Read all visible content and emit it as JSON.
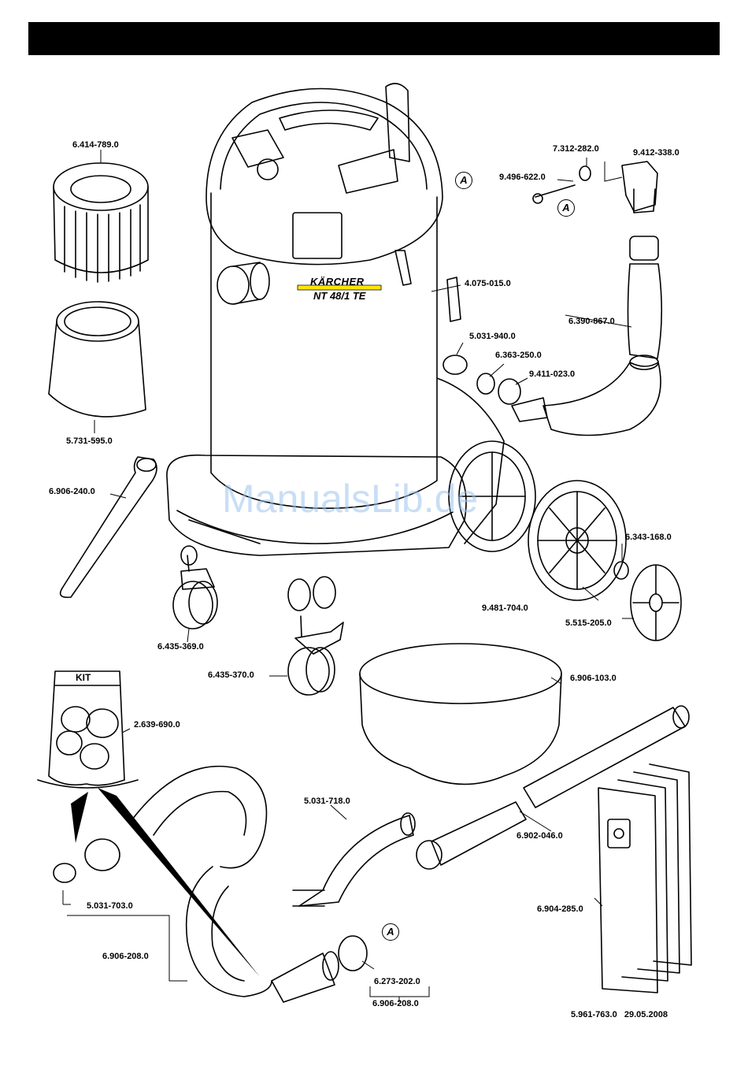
{
  "diagram": {
    "brand": "KÄRCHER",
    "model": "NT 48/1 TE",
    "watermark": "ManualsLib.de",
    "kit_label": "KIT",
    "reference_mark": "A",
    "footer_code": "5.961-763.0",
    "footer_date": "29.05.2008",
    "parts": [
      "6.414-789.0",
      "5.731-595.0",
      "6.906-240.0",
      "6.435-369.0",
      "6.435-370.0",
      "4.075-015.0",
      "7.312-282.0",
      "9.412-338.0",
      "9.496-622.0",
      "6.390-867.0",
      "5.031-940.0",
      "6.363-250.0",
      "9.411-023.0",
      "6.343-168.0",
      "9.481-704.0",
      "5.515-205.0",
      "6.906-103.0",
      "2.639-690.0",
      "5.031-718.0",
      "6.902-046.0",
      "6.904-285.0",
      "5.031-703.0",
      "6.906-208.0",
      "6.273-202.0",
      "6.906-208.0"
    ]
  },
  "colors": {
    "ink": "#000000",
    "brand_stripe": "#ffe600",
    "watermark": "#9cc4ef"
  }
}
